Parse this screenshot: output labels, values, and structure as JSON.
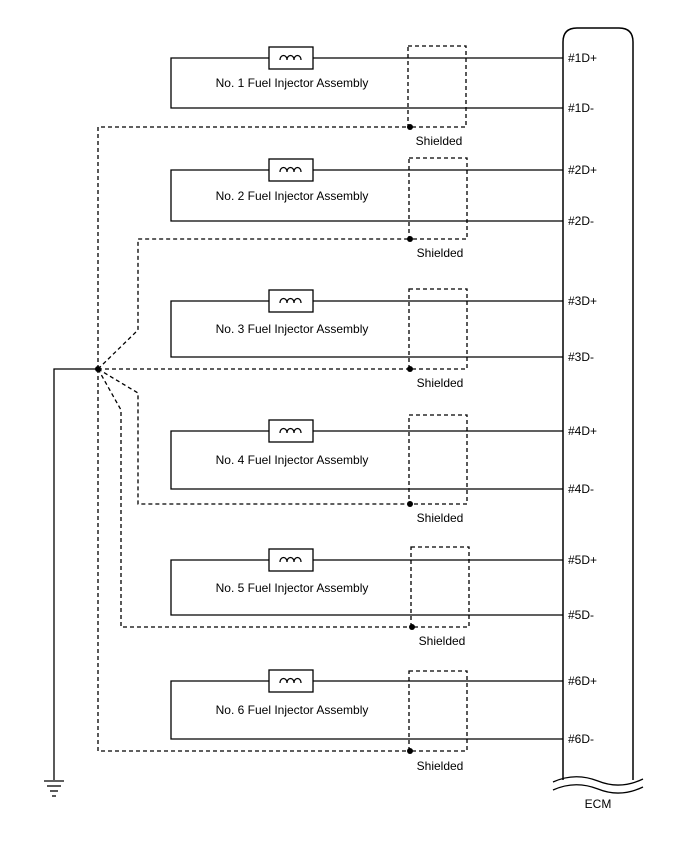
{
  "diagram": {
    "ecm_label": "ECM",
    "shield_label": "Shielded",
    "injectors": [
      {
        "label": "No. 1 Fuel Injector Assembly",
        "pos_terminal": "#1D+",
        "neg_terminal": "#1D-"
      },
      {
        "label": "No. 2 Fuel Injector Assembly",
        "pos_terminal": "#2D+",
        "neg_terminal": "#2D-"
      },
      {
        "label": "No. 3 Fuel Injector Assembly",
        "pos_terminal": "#3D+",
        "neg_terminal": "#3D-"
      },
      {
        "label": "No. 4 Fuel Injector Assembly",
        "pos_terminal": "#4D+",
        "neg_terminal": "#4D-"
      },
      {
        "label": "No. 5 Fuel Injector Assembly",
        "pos_terminal": "#5D+",
        "neg_terminal": "#5D-"
      },
      {
        "label": "No. 6 Fuel Injector Assembly",
        "pos_terminal": "#6D+",
        "neg_terminal": "#6D-"
      }
    ]
  }
}
